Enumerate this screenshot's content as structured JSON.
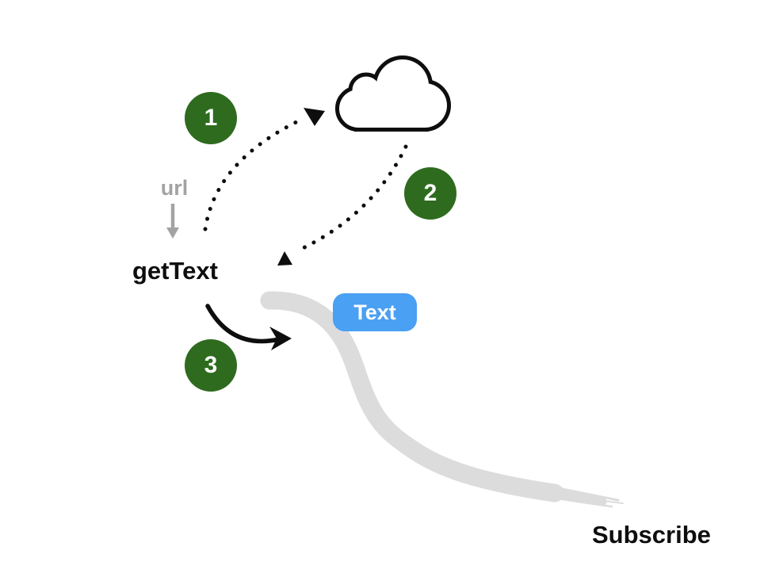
{
  "diagram": {
    "steps": [
      {
        "label": "1"
      },
      {
        "label": "2"
      },
      {
        "label": "3"
      }
    ],
    "labels": {
      "input_param": "url",
      "function_name": "getText",
      "emitted_value": "Text",
      "subscribe": "Subscribe"
    },
    "icons": {
      "server": "cloud-icon",
      "request": "dotted-arrow-up-icon",
      "response": "dotted-arrow-down-icon",
      "input": "down-arrow-icon",
      "emit": "curved-arrow-icon",
      "stream": "stream-swoosh"
    },
    "colors": {
      "step_green": "#2E6B1E",
      "badge_blue": "#4AA0F2",
      "stream_gray": "#DCDCDC",
      "muted_gray": "#A3A3A3",
      "ink": "#0E0E0E"
    }
  }
}
